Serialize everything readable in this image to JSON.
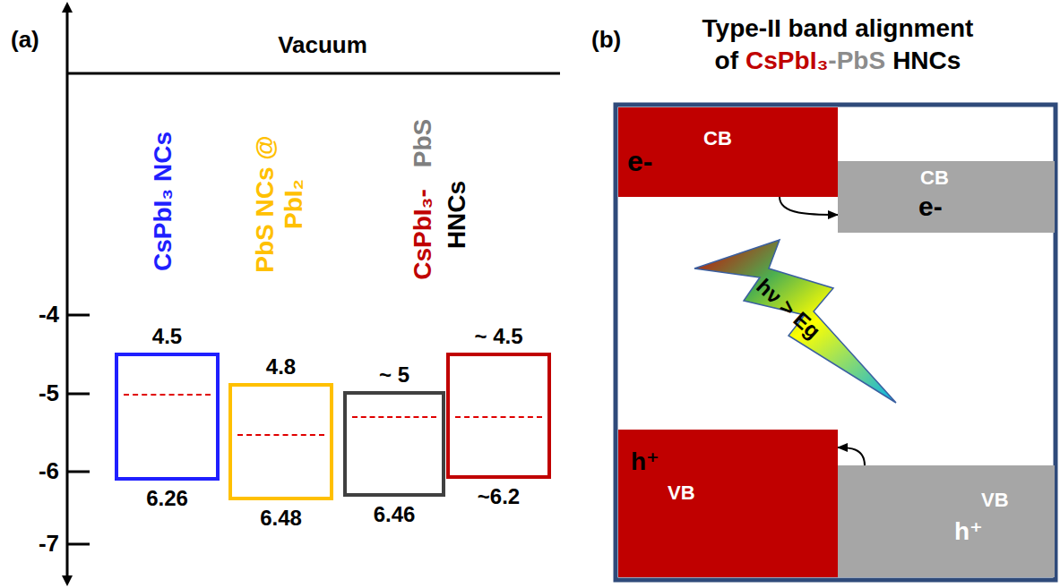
{
  "diagram": {
    "title": "Type-II band alignment",
    "nodes": [
      {
        "text": [
          "4.5",
          "6.26"
        ]
      },
      {
        "text": [
          "4.8",
          "6.48"
        ]
      },
      {
        "text": [
          "~ 5",
          "6.46"
        ]
      },
      {
        "text": [
          "~ 4.5",
          "~6.2"
        ]
      },
      {
        "text": [
          "CB",
          "e-"
        ]
      },
      {
        "text": [
          "CB",
          "e-"
        ]
      },
      {
        "text": [
          "h⁺",
          "VB"
        ]
      },
      {
        "text": [
          "VB",
          "h⁺"
        ]
      }
    ],
    "edges": [
      {
        "from": 4,
        "to": 5,
        "arrow": "to"
      },
      {
        "from": 7,
        "to": 6,
        "arrow": "to"
      }
    ],
    "labels": [
      "(a)",
      "Vacuum",
      "-4",
      "-5",
      "-6",
      "-7",
      "CsPbI₃ NCs",
      "PbS NCs @ PbI₂",
      "CsPbI₃-",
      "PbS",
      "HNCs",
      "(b)",
      "of",
      "CsPbI₃",
      "-PbS",
      "HNCs",
      "hν > Eg"
    ]
  }
}
